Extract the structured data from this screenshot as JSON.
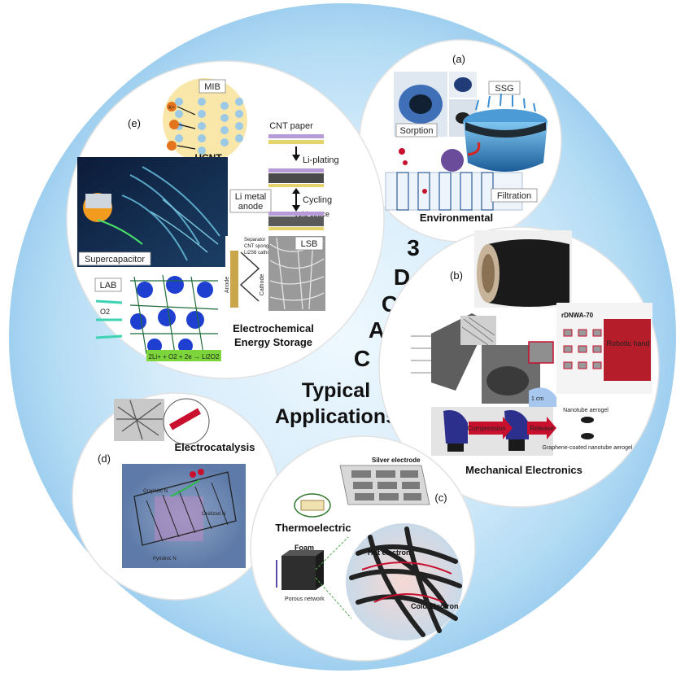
{
  "center": {
    "title_line1": "Typical",
    "title_line2": "Applications",
    "letters": [
      "C",
      "A",
      "C",
      "D",
      "3"
    ]
  },
  "panels": {
    "environmental": {
      "tag": "(a)",
      "title": "Environmental",
      "labels": {
        "sorption": "Sorption",
        "ssg": "SSG",
        "filtration": "Filtration"
      }
    },
    "mechanical": {
      "tag": "(b)",
      "title": "Mechanical Electronics",
      "labels": {
        "rdnwa": "rDNWA-70",
        "robotic_hand": "Robotic hand",
        "compression": "Compression",
        "release": "Release",
        "nanotube_aerogel": "Nanotube aerogel",
        "graphene_coated": "Graphene-coated nanotube aerogel",
        "scale": "1 cm"
      }
    },
    "thermoelectric": {
      "tag": "(c)",
      "title": "Thermoelectric",
      "labels": {
        "silver_electrode": "Silver electrode",
        "foam": "Foam",
        "porous_network": "Porous network",
        "hot_electron": "Hot electron",
        "cold_electron": "Cold Electron"
      }
    },
    "electrocatalysis": {
      "tag": "(d)",
      "title": "Electrocatalysis",
      "labels": {
        "graphitic_n": "Graphitic N",
        "oxidized_n": "Oxidized N",
        "pyridinic_n": "Pyridinic N"
      }
    },
    "energy_storage": {
      "tag": "(e)",
      "title_line1": "Electrochemical",
      "title_line2": "Energy Storage",
      "labels": {
        "mib": "MIB",
        "hcnt": "HCNT",
        "ion": "K+",
        "supercapacitor": "Supercapacitor",
        "lab": "LAB",
        "o2": "O2",
        "lab_equation": "2Li+ + O2 + 2e → Li2O2",
        "cnt_paper": "CNT paper",
        "li_plating": "Li-plating",
        "li_metal_anode_1": "Li metal",
        "li_metal_anode_2": "anode",
        "cycling": "Cycling",
        "void_space": "void space",
        "lsb": "LSB",
        "separator": "Separator",
        "cnt_sponge": "CNT sponge",
        "catholyte": "Li2S6 catholyte",
        "anode": "Anode",
        "cathode": "Cathode"
      }
    }
  },
  "colors": {
    "disk_outer": "#a9d5f2",
    "disk_inner": "#e3f3fc",
    "panel_bg": "#ffffff",
    "accent_red": "#c8102e",
    "fiber_dark": "#2a2a2a",
    "cnt_blue": "#3b8fd6",
    "bubble_yellow": "#f8e7a8"
  }
}
